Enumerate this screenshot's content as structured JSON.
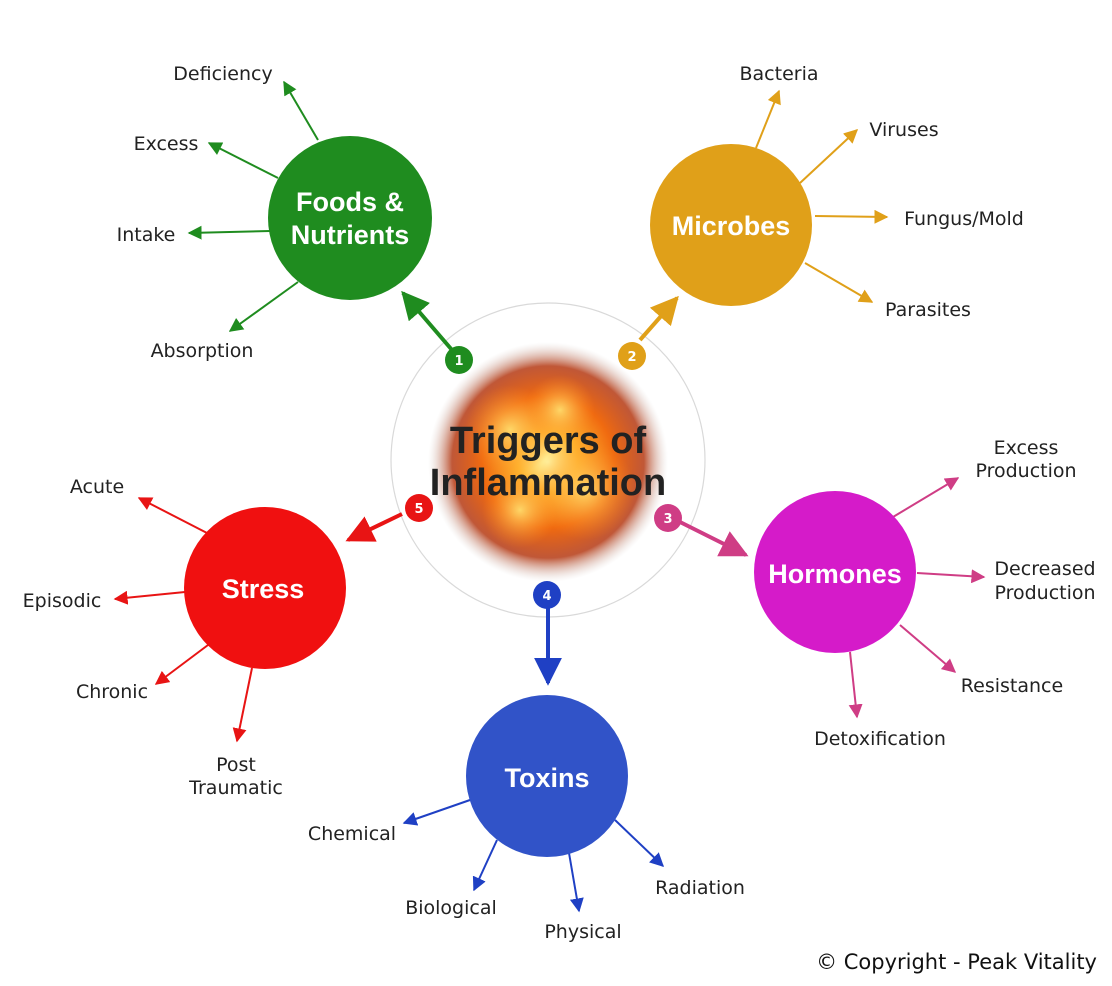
{
  "center": {
    "title_line1": "Triggers of",
    "title_line2": "Inflammation"
  },
  "colors": {
    "foods": "#1f8c1f",
    "microbes": "#e0a019",
    "hormones": "#d51bc9",
    "toxins": "#3153c8",
    "stress": "#f01010",
    "hormone_arrow": "#cf3d85",
    "toxin_arrow": "#1f40c4"
  },
  "nodes": {
    "foods": {
      "line1": "Foods &",
      "line2": "Nutrients",
      "number": "1",
      "items": [
        "Deficiency",
        "Excess",
        "Intake",
        "Absorption"
      ]
    },
    "microbes": {
      "title": "Microbes",
      "number": "2",
      "items": [
        "Bacteria",
        "Viruses",
        "Fungus/Mold",
        "Parasites"
      ]
    },
    "hormones": {
      "title": "Hormones",
      "number": "3",
      "items": [
        {
          "line1": "Excess",
          "line2": "Production"
        },
        {
          "line1": "Decreased",
          "line2": "Production"
        },
        "Resistance",
        "Detoxification"
      ]
    },
    "toxins": {
      "title": "Toxins",
      "number": "4",
      "items": [
        "Chemical",
        "Biological",
        "Physical",
        "Radiation"
      ]
    },
    "stress": {
      "title": "Stress",
      "number": "5",
      "items": [
        "Acute",
        "Episodic",
        "Chronic",
        {
          "line1": "Post",
          "line2": "Traumatic"
        }
      ]
    }
  },
  "copyright": "© Copyright - Peak Vitality"
}
